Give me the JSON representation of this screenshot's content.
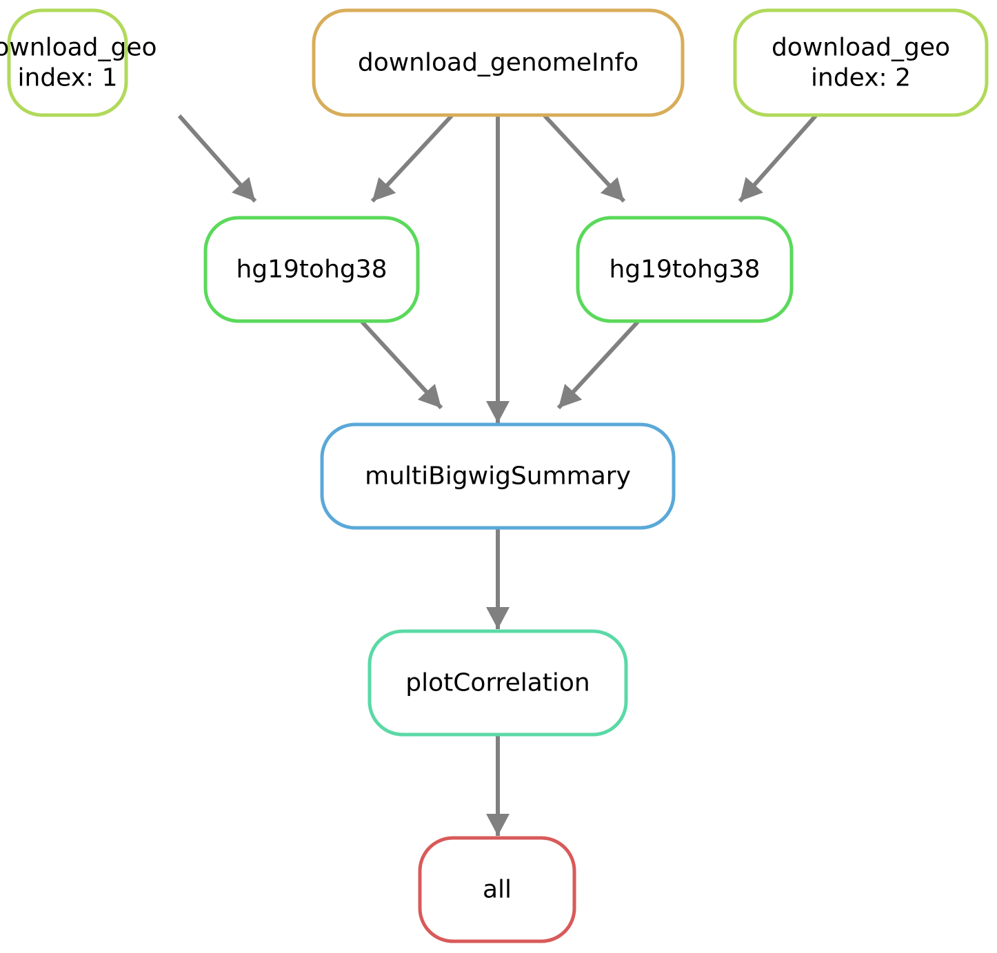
{
  "diagram": {
    "nodes": [
      {
        "id": "n_geo1",
        "name": "node-download-geo-1",
        "lines": [
          "download_geo",
          "index: 1"
        ],
        "color": "#b1d95a"
      },
      {
        "id": "n_genome",
        "name": "node-download-genomeinfo",
        "lines": [
          "download_genomeInfo"
        ],
        "color": "#d8ad5a"
      },
      {
        "id": "n_geo2",
        "name": "node-download-geo-2",
        "lines": [
          "download_geo",
          "index: 2"
        ],
        "color": "#b1d95a"
      },
      {
        "id": "n_hg_left",
        "name": "node-hg19tohg38-left",
        "lines": [
          "hg19tohg38"
        ],
        "color": "#5ad95a"
      },
      {
        "id": "n_hg_right",
        "name": "node-hg19tohg38-right",
        "lines": [
          "hg19tohg38"
        ],
        "color": "#5ad95a"
      },
      {
        "id": "n_multi",
        "name": "node-multibigwigsummary",
        "lines": [
          "multiBigwigSummary"
        ],
        "color": "#5aa8d8"
      },
      {
        "id": "n_plot",
        "name": "node-plotcorrelation",
        "lines": [
          "plotCorrelation"
        ],
        "color": "#5ad9a6"
      },
      {
        "id": "n_all",
        "name": "node-all",
        "lines": [
          "all"
        ],
        "color": "#d85a5a"
      }
    ],
    "edges": [
      {
        "from": "n_geo1",
        "to": "n_hg_left"
      },
      {
        "from": "n_genome",
        "to": "n_hg_left"
      },
      {
        "from": "n_genome",
        "to": "n_multi"
      },
      {
        "from": "n_genome",
        "to": "n_hg_right"
      },
      {
        "from": "n_geo2",
        "to": "n_hg_right"
      },
      {
        "from": "n_hg_left",
        "to": "n_multi"
      },
      {
        "from": "n_hg_right",
        "to": "n_multi"
      },
      {
        "from": "n_multi",
        "to": "n_plot"
      },
      {
        "from": "n_plot",
        "to": "n_all"
      }
    ],
    "edge_color": "#808080"
  }
}
